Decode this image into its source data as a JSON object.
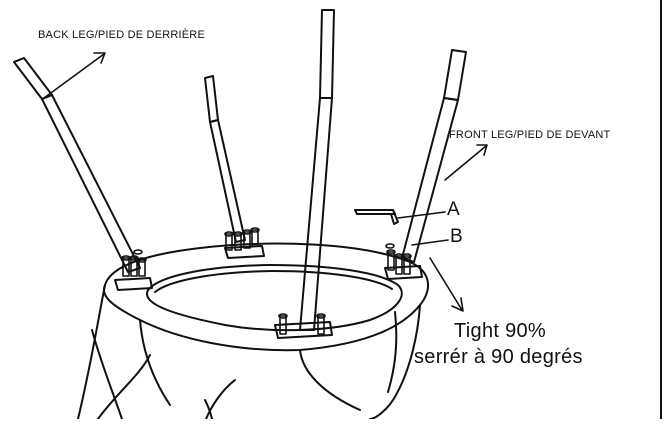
{
  "labels": {
    "back_leg": "BACK LEG/PIED DE DERRIÈRE",
    "front_leg": "FRONT LEG/PIED DE DEVANT",
    "part_a": "A",
    "part_b": "B",
    "tight_en": "Tight 90%",
    "tight_fr": "serrér à 90 degrés"
  },
  "colors": {
    "line": "#111111",
    "background": "#ffffff"
  }
}
